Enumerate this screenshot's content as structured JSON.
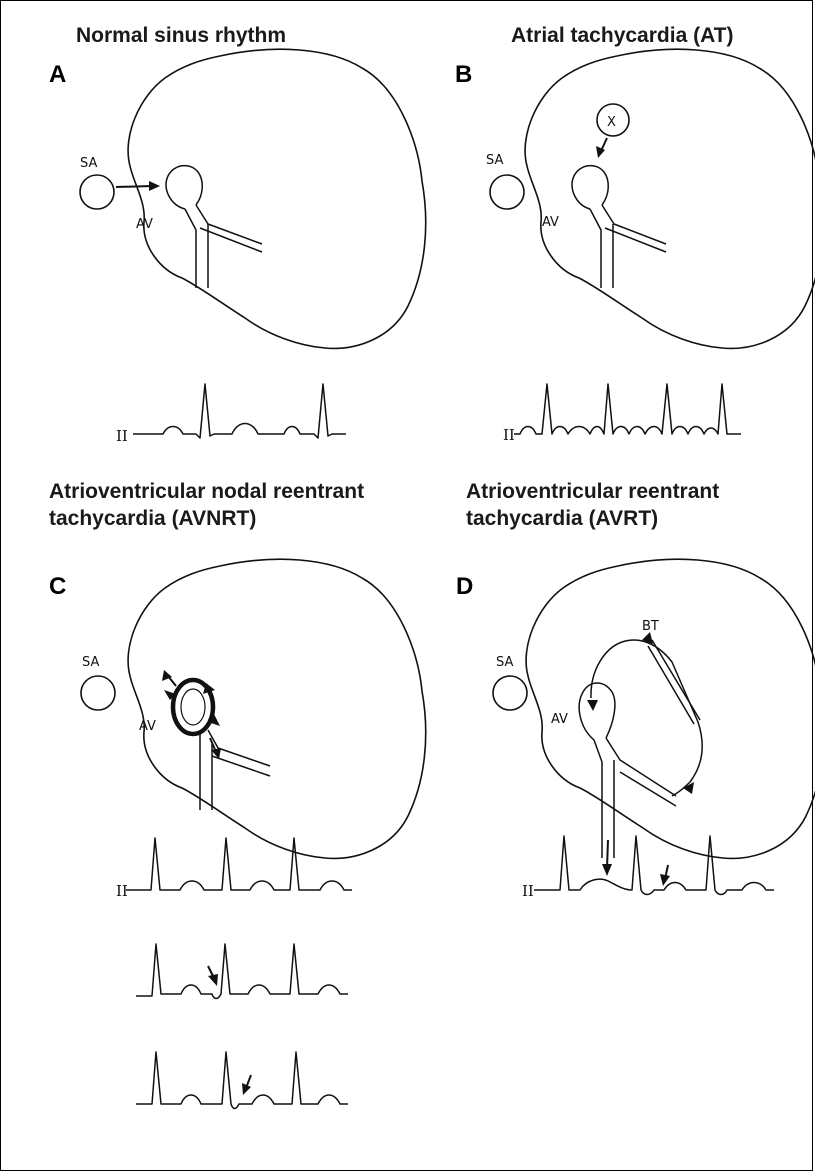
{
  "panels": {
    "a": {
      "letter": "A",
      "title": "Normal sinus rhythm",
      "sa_label": "SA",
      "av_label": "AV",
      "lead_label": "II"
    },
    "b": {
      "letter": "B",
      "title": "Atrial tachycardia (AT)",
      "sa_label": "SA",
      "av_label": "AV",
      "focus_label": "X",
      "lead_label": "II"
    },
    "c": {
      "letter": "C",
      "title_line1": "Atrioventricular nodal reentrant",
      "title_line2": "tachycardia (AVNRT)",
      "sa_label": "SA",
      "av_label": "AV",
      "lead_label": "II"
    },
    "d": {
      "letter": "D",
      "title_line1": "Atrioventricular reentrant",
      "title_line2": "tachycardia (AVRT)",
      "sa_label": "SA",
      "av_label": "AV",
      "bt_label": "BT",
      "lead_label": "II"
    }
  },
  "colors": {
    "ink": "#111111",
    "frame": "#000000",
    "background": "#ffffff"
  }
}
